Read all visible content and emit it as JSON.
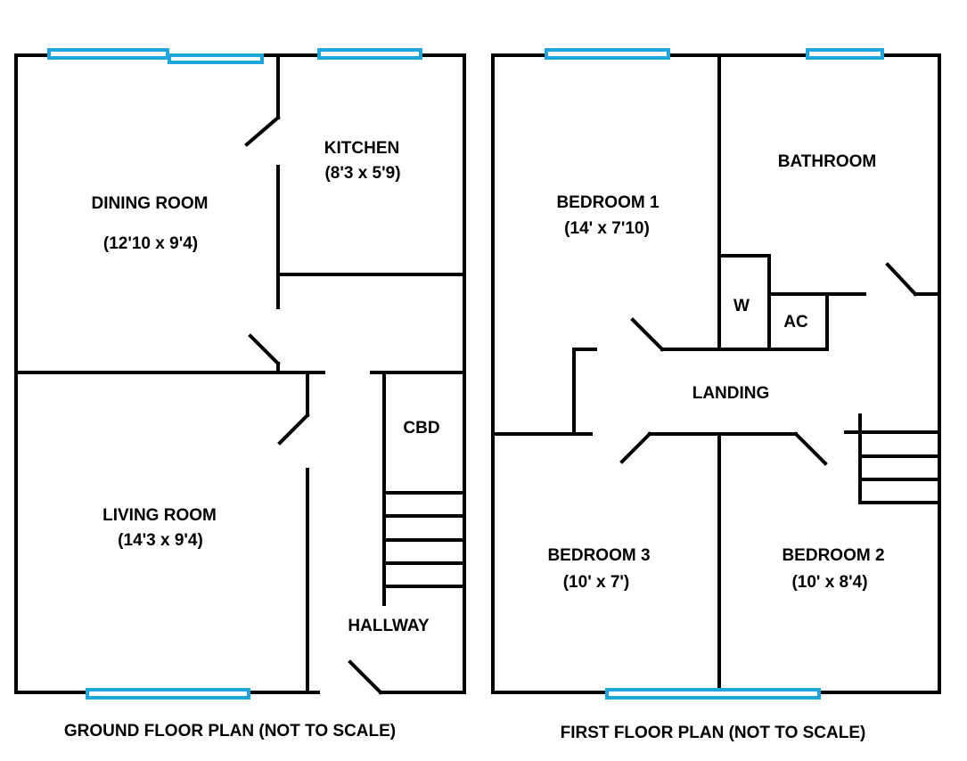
{
  "colors": {
    "walls": "#000000",
    "windows": "#1ea5de",
    "background": "#ffffff"
  },
  "ground_floor": {
    "caption": "GROUND FLOOR PLAN (NOT TO SCALE)",
    "rooms": {
      "dining_room": {
        "name": "DINING ROOM",
        "size": "(12'10 x 9'4)"
      },
      "kitchen": {
        "name": "KITCHEN",
        "size": "(8'3 x 5'9)"
      },
      "living_room": {
        "name": "LIVING ROOM",
        "size": "(14'3 x 9'4)"
      },
      "cupboard": {
        "name": "CBD"
      },
      "hallway": {
        "name": "HALLWAY"
      }
    }
  },
  "first_floor": {
    "caption": "FIRST FLOOR PLAN (NOT TO SCALE)",
    "rooms": {
      "bedroom_1": {
        "name": "BEDROOM 1",
        "size": "(14' x 7'10)"
      },
      "bathroom": {
        "name": "BATHROOM"
      },
      "wardrobe": {
        "name": "W"
      },
      "airing_cupboard": {
        "name": "AC"
      },
      "landing": {
        "name": "LANDING"
      },
      "bedroom_3": {
        "name": "BEDROOM 3",
        "size": "(10' x 7')"
      },
      "bedroom_2": {
        "name": "BEDROOM 2",
        "size": "(10' x 8'4)"
      }
    }
  }
}
